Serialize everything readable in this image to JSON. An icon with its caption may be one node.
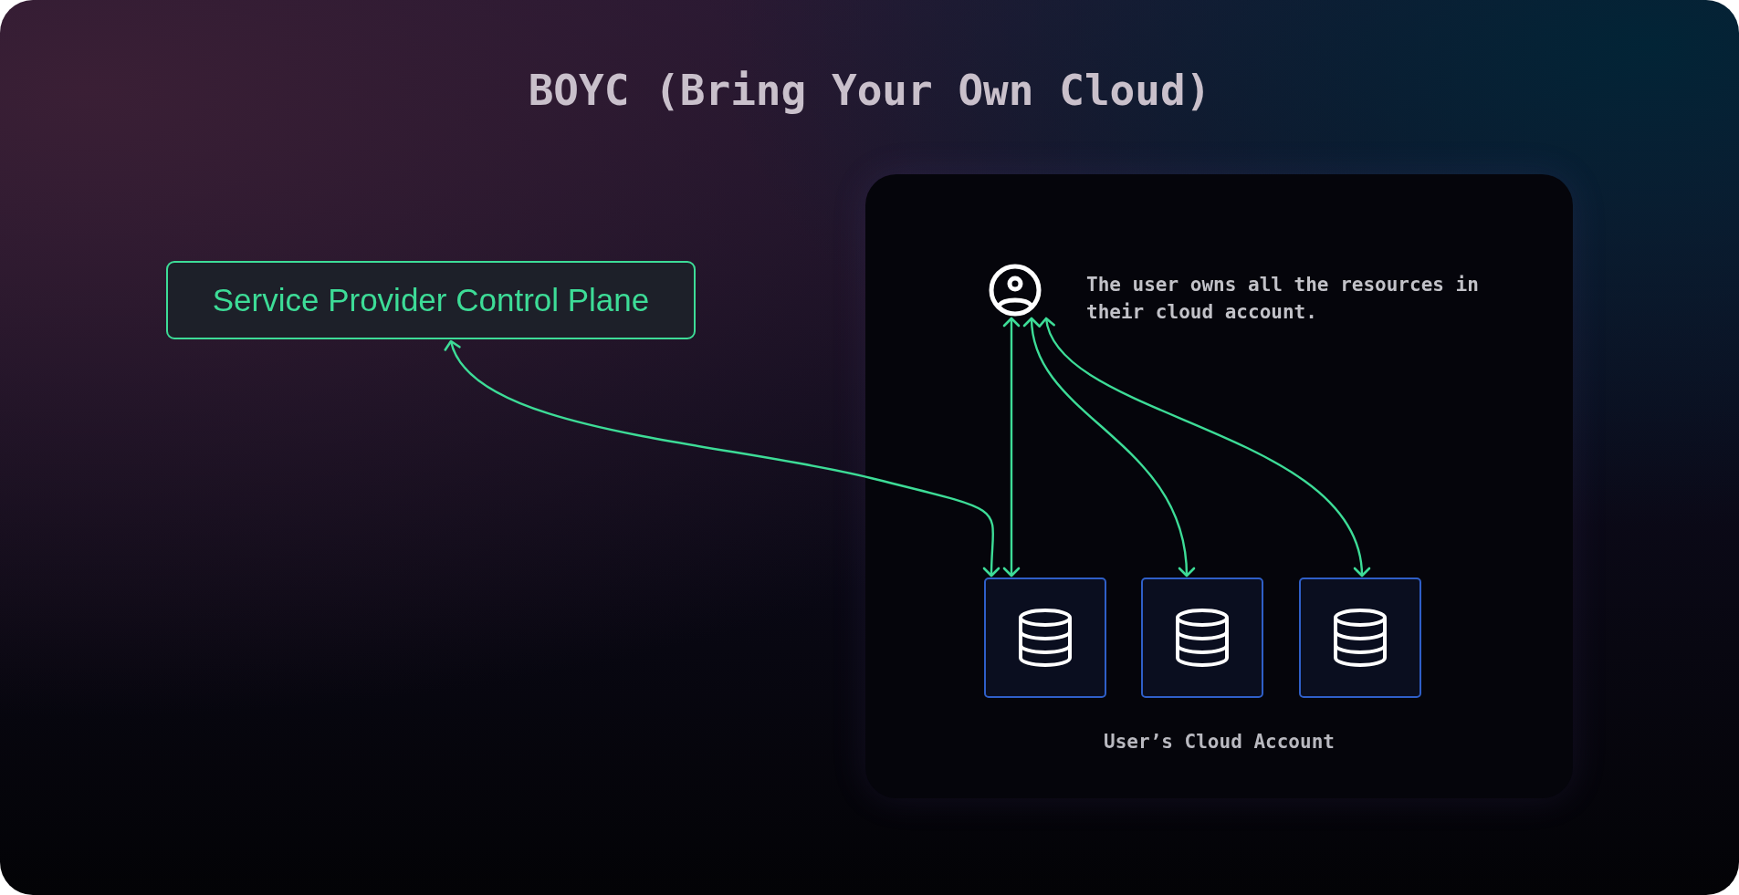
{
  "diagram": {
    "title": "BOYC (Bring Your Own Cloud)",
    "nodes": [
      {
        "text": [
          "Service Provider Control Plane"
        ]
      },
      {
        "text": [
          "User’s Cloud Account"
        ]
      },
      {
        "text": [],
        "shape": "person",
        "in": 1,
        "beside": [
          "The user owns all the resources in their cloud account."
        ]
      },
      {
        "text": [],
        "shape": "box",
        "in": 1
      },
      {
        "text": [],
        "shape": "box",
        "in": 1
      },
      {
        "text": [],
        "shape": "box",
        "in": 1
      }
    ],
    "edges": [
      {
        "from": 0,
        "to": 3,
        "arrow": "both"
      },
      {
        "from": 2,
        "to": 3,
        "arrow": "both"
      },
      {
        "from": 2,
        "to": 4,
        "arrow": "both"
      },
      {
        "from": 2,
        "to": 5,
        "arrow": "both"
      }
    ]
  }
}
